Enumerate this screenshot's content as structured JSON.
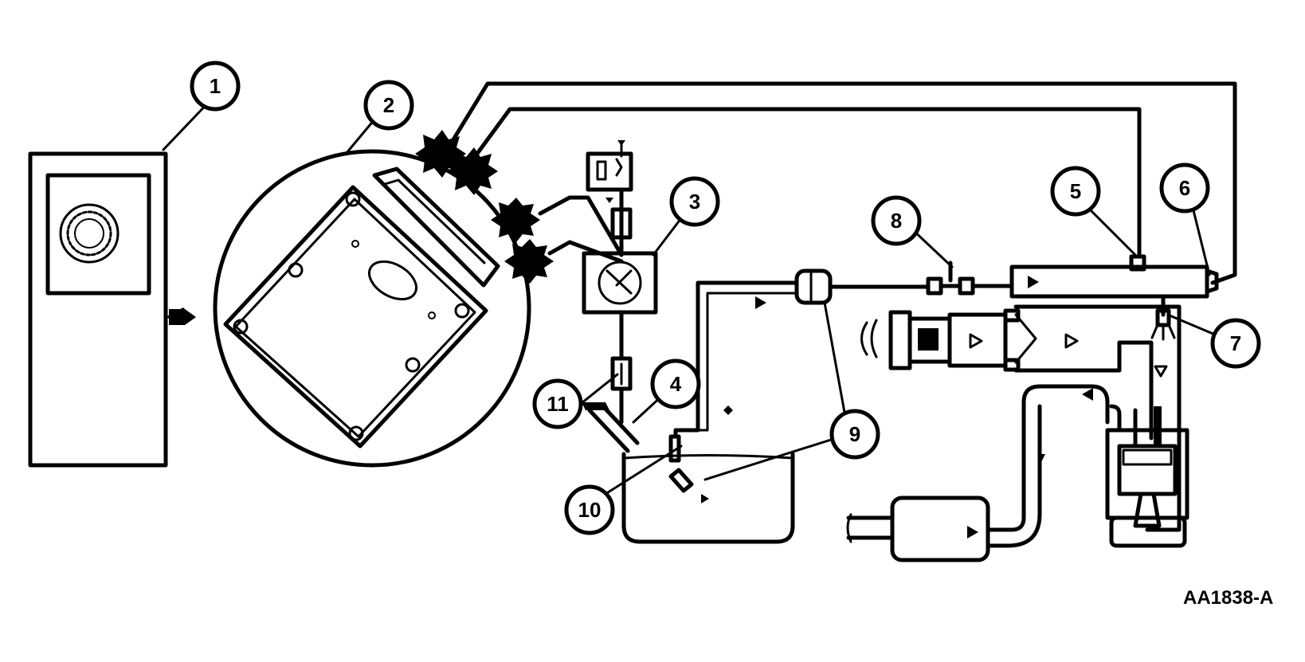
{
  "figure_code": "AA1838-A",
  "callouts": [
    {
      "id": "c1",
      "label": "1"
    },
    {
      "id": "c2",
      "label": "2"
    },
    {
      "id": "c3",
      "label": "3"
    },
    {
      "id": "c4",
      "label": "4"
    },
    {
      "id": "c5",
      "label": "5"
    },
    {
      "id": "c6",
      "label": "6"
    },
    {
      "id": "c7",
      "label": "7"
    },
    {
      "id": "c8",
      "label": "8"
    },
    {
      "id": "c9",
      "label": "9"
    },
    {
      "id": "c10",
      "label": "10"
    },
    {
      "id": "c11",
      "label": "11"
    }
  ]
}
